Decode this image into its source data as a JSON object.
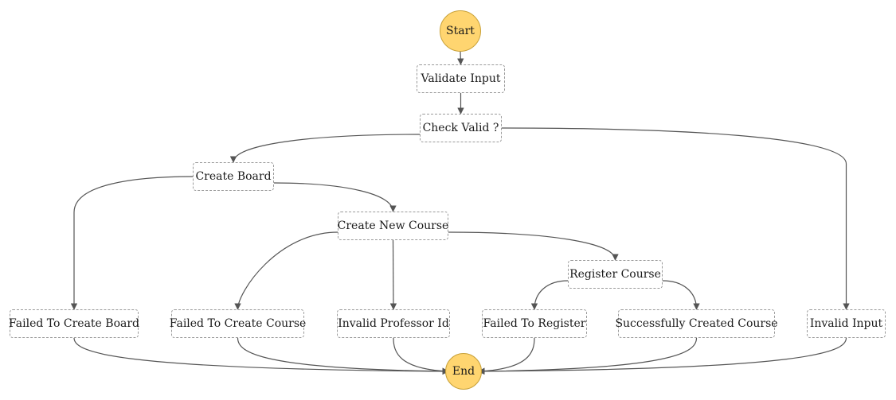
{
  "colors": {
    "terminal_fill": "#FFD570",
    "task_border": "#9a9a9a",
    "edge": "#555555",
    "background": "#ffffff"
  },
  "nodes": {
    "start": {
      "label": "Start"
    },
    "validate_input": {
      "label": "Validate Input"
    },
    "check_valid": {
      "label": "Check Valid ?"
    },
    "create_board": {
      "label": "Create Board"
    },
    "create_new_course": {
      "label": "Create New Course"
    },
    "register_course": {
      "label": "Register Course"
    },
    "failed_to_create_board": {
      "label": "Failed To Create Board"
    },
    "failed_to_create_course": {
      "label": "Failed To Create Course"
    },
    "invalid_professor_id": {
      "label": "Invalid Professor Id"
    },
    "failed_to_register": {
      "label": "Failed To Register"
    },
    "successfully_created_course": {
      "label": "Successfully Created Course"
    },
    "invalid_input": {
      "label": "Invalid Input"
    },
    "end": {
      "label": "End"
    }
  },
  "edges": [
    {
      "from": "start",
      "to": "validate_input"
    },
    {
      "from": "validate_input",
      "to": "check_valid"
    },
    {
      "from": "check_valid",
      "to": "create_board"
    },
    {
      "from": "check_valid",
      "to": "invalid_input"
    },
    {
      "from": "create_board",
      "to": "failed_to_create_board"
    },
    {
      "from": "create_board",
      "to": "create_new_course"
    },
    {
      "from": "create_new_course",
      "to": "failed_to_create_course"
    },
    {
      "from": "create_new_course",
      "to": "invalid_professor_id"
    },
    {
      "from": "create_new_course",
      "to": "register_course"
    },
    {
      "from": "register_course",
      "to": "failed_to_register"
    },
    {
      "from": "register_course",
      "to": "successfully_created_course"
    },
    {
      "from": "failed_to_create_board",
      "to": "end"
    },
    {
      "from": "failed_to_create_course",
      "to": "end"
    },
    {
      "from": "invalid_professor_id",
      "to": "end"
    },
    {
      "from": "failed_to_register",
      "to": "end"
    },
    {
      "from": "successfully_created_course",
      "to": "end"
    },
    {
      "from": "invalid_input",
      "to": "end"
    }
  ]
}
